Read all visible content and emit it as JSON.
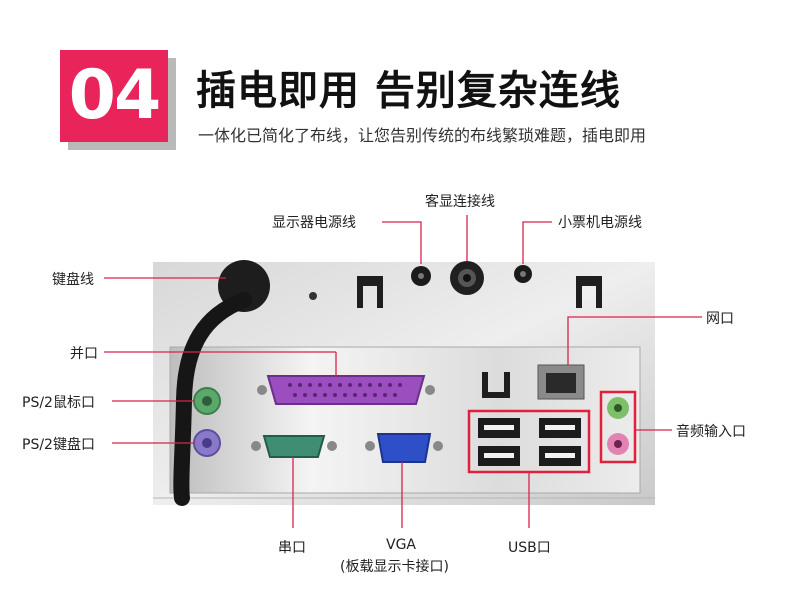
{
  "header": {
    "step_number": "04",
    "title": "插电即用  告别复杂连线",
    "subtitle": "一体化已简化了布线，让您告别传统的布线繁琐难题，插电即用"
  },
  "labels": {
    "display_power_cable": "显示器电源线",
    "customer_display_cable": "客显连接线",
    "receipt_printer_power_cable": "小票机电源线",
    "keyboard_cable": "键盘线",
    "network_port": "网口",
    "parallel_port": "并口",
    "ps2_mouse_port": "PS/2鼠标口",
    "ps2_keyboard_port": "PS/2键盘口",
    "audio_input_port": "音频输入口",
    "serial_port": "串口",
    "vga_port": "VGA",
    "vga_note": "(板载显示卡接口)",
    "usb_port": "USB口"
  },
  "colors": {
    "accent": "#e8245a",
    "leader_line": "#d9234b",
    "highlight_box": "#e0203c",
    "parallel_port": "#9b4fbe",
    "serial_port": "#3f8e73",
    "vga_port": "#2f4fc9",
    "mouse_port": "#5ba96a",
    "keyboard_port": "#8a79c9",
    "audio_green": "#7ec06a",
    "audio_pink": "#e383b4"
  }
}
